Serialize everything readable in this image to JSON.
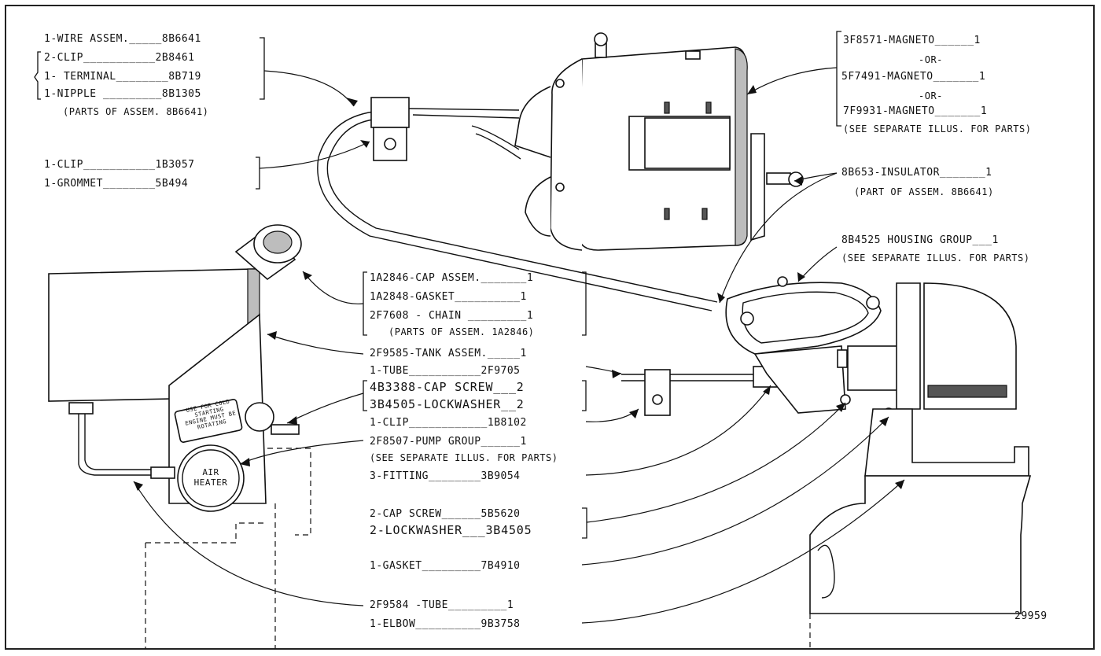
{
  "labels": {
    "wire_assem": "1-WIRE ASSEM._____8B6641",
    "clip_2b8461": "2-CLIP___________2B8461",
    "terminal": "1- TERMINAL________8B719",
    "nipple": "1-NIPPLE _________8B1305",
    "parts_of_8b6641": "(PARTS OF ASSEM. 8B6641)",
    "clip_1b3057": "1-CLIP___________1B3057",
    "grommet": "1-GROMMET________5B494",
    "magneto_1": "3F8571-MAGNETO______1",
    "or_1": "-OR-",
    "magneto_2": "5F7491-MAGNETO_______1",
    "or_2": "-OR-",
    "magneto_3": "7F9931-MAGNETO_______1",
    "see_sep_magneto": "(SEE SEPARATE ILLUS. FOR PARTS)",
    "insulator": "8B653-INSULATOR_______1",
    "part_of_8b6641": "(PART OF ASSEM. 8B6641)",
    "housing_group": "8B4525 HOUSING GROUP___1",
    "see_sep_housing": "(SEE SEPARATE ILLUS. FOR PARTS)",
    "cap_assem": "1A2846-CAP ASSEM._______1",
    "gasket_1a2848": "1A2848-GASKET__________1",
    "chain": "2F7608 - CHAIN _________1",
    "parts_of_1a2846": "(PARTS OF ASSEM. 1A2846)",
    "tank_assem": "2F9585-TANK ASSEM._____1",
    "tube_2f9705": "1-TUBE___________2F9705",
    "cap_screw_4b3388": "4B3388-CAP SCREW___2",
    "lockwasher_3b4505": "3B4505-LOCKWASHER__2",
    "clip_1b8102": "1-CLIP____________1B8102",
    "pump_group": "2F8507-PUMP GROUP______1",
    "see_sep_pump": "(SEE SEPARATE ILLUS. FOR PARTS)",
    "fitting": "3-FITTING________3B9054",
    "cap_screw_5b5620": "2-CAP SCREW______5B5620",
    "lockwasher_2": "2-LOCKWASHER___3B4505",
    "gasket_7b4910": "1-GASKET_________7B4910",
    "tube_2f9584": "2F9584 -TUBE_________1",
    "elbow": "1-ELBOW__________9B3758",
    "figure_number": "29959",
    "decal_text": "USE FOR COLD STARTING ENGINE MUST BE ROTATING",
    "air_heater": "AIR HEATER"
  }
}
